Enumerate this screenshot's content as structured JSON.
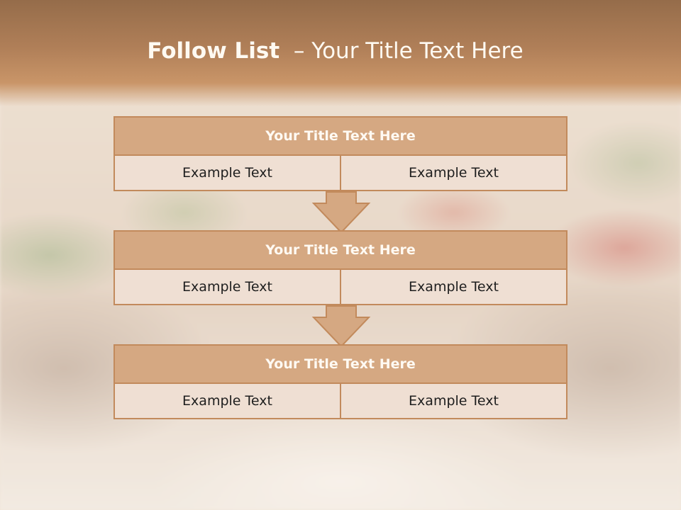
{
  "slide": {
    "title_bold": "Follow List",
    "title_rest": "  – Your Title Text Here"
  },
  "blocks": [
    {
      "title": "Your Title Text Here",
      "left": "Example Text",
      "right": "Example Text"
    },
    {
      "title": "Your Title Text Here",
      "left": "Example Text",
      "right": "Example Text"
    },
    {
      "title": "Your Title Text Here",
      "left": "Example Text",
      "right": "Example Text"
    }
  ],
  "colors": {
    "header_band": "#b07f58",
    "block_title_fill": "#d5a882",
    "block_border": "#c28a5c",
    "cell_fill": "#efdfd3"
  },
  "background_image": "blurred-pizza-photo"
}
